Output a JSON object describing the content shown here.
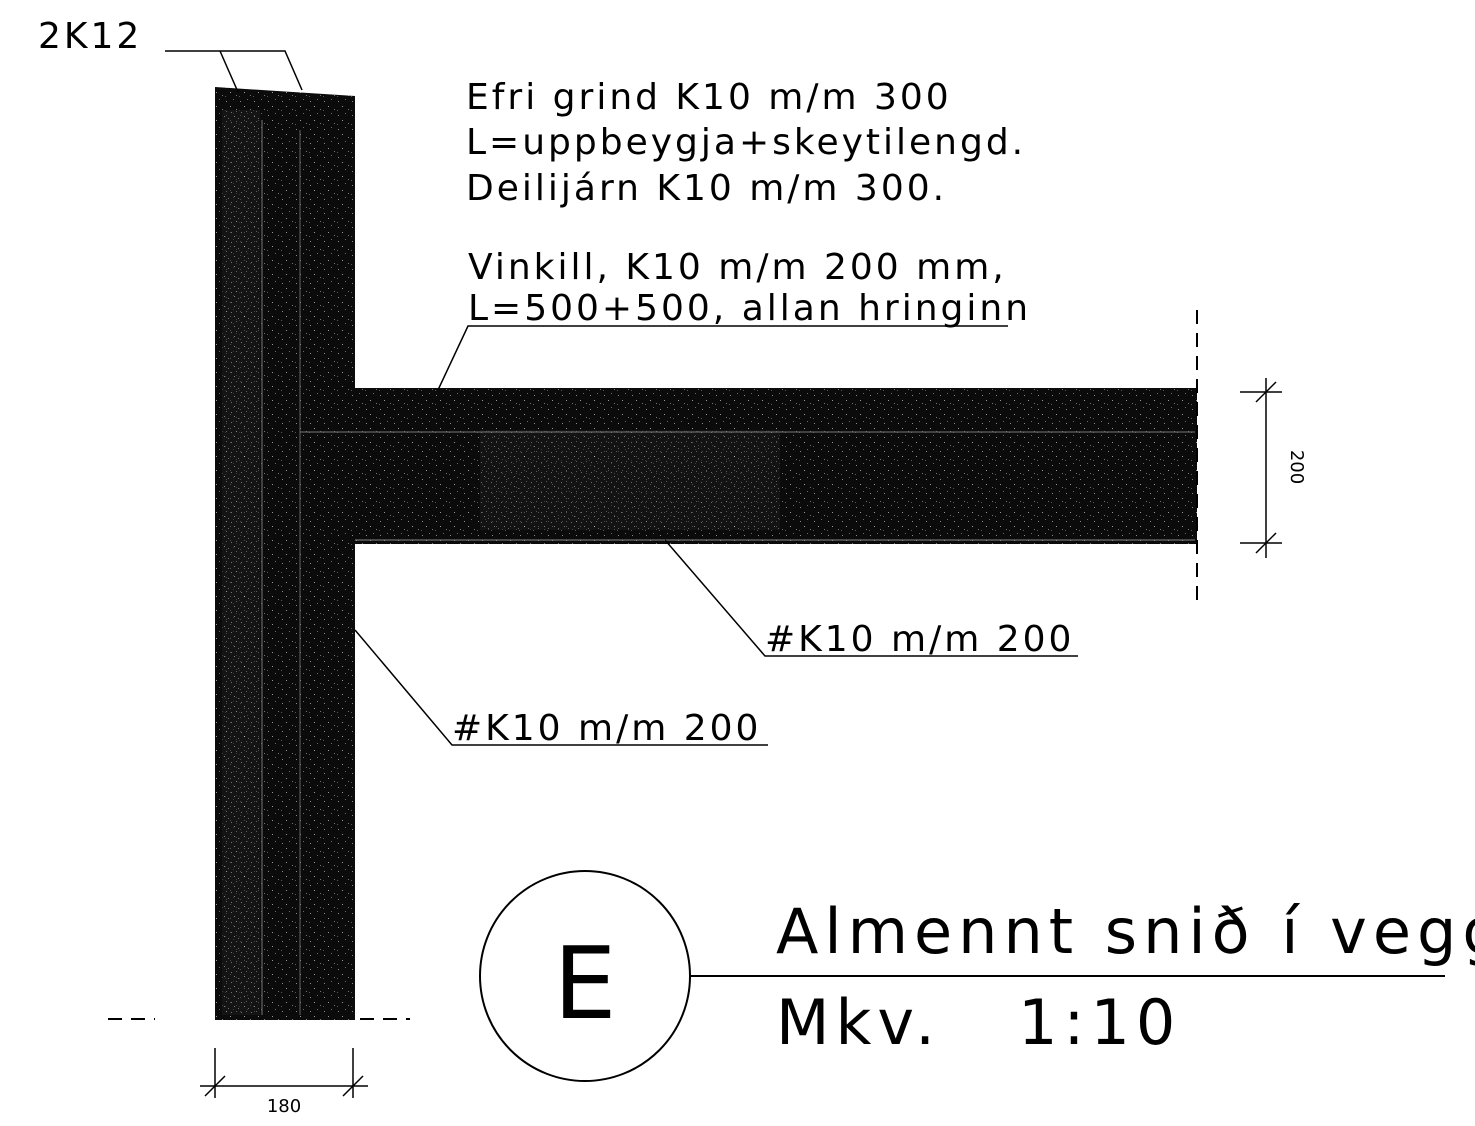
{
  "labels": {
    "top_bars": "2K12",
    "upper_grid_1": "Efri grind K10 m/m 300",
    "upper_grid_2": "L=uppbeygja+skeytilengd.",
    "upper_grid_3": "Deilijárn K10 m/m 300.",
    "angle_1": "Vinkill, K10 m/m 200 mm,",
    "angle_2": "L=500+500, allan hringinn",
    "mesh_slab": "#K10 m/m 200",
    "mesh_wall": "#K10 m/m 200"
  },
  "dimensions": {
    "slab_thickness": "200",
    "wall_thickness": "180"
  },
  "title_block": {
    "section_letter": "E",
    "title": "Almennt snið í vegg",
    "scale": "Mkv.   1:10"
  },
  "colors": {
    "concrete": "#0b0b0b",
    "line": "#000000",
    "background": "#ffffff"
  }
}
